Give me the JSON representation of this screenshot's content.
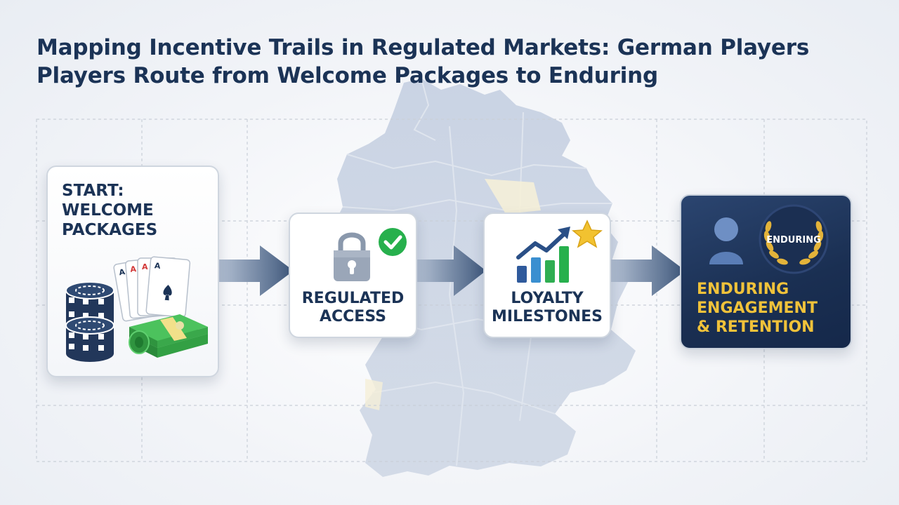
{
  "title": {
    "line1": "Mapping Incentive Trails in Regulated Markets: German Players",
    "line2": "Players Route from Welcome Packages to Enduring"
  },
  "steps": {
    "start": {
      "line1": "START:",
      "line2": "WELCOME",
      "line3": "PACKAGES"
    },
    "regulated": {
      "line1": "REGULATED",
      "line2": "ACCESS"
    },
    "loyalty": {
      "line1": "LOYALTY",
      "line2": "MILESTONES"
    },
    "enduring": {
      "badge": "ENDURING",
      "line1": "ENDURING",
      "line2": "ENGAGEMENT",
      "line3": "& RETENTION"
    }
  },
  "icons": {
    "start": [
      "poker-chips-icon",
      "playing-cards-icon",
      "cash-stack-icon"
    ],
    "regulated": [
      "padlock-icon",
      "check-badge-icon"
    ],
    "loyalty": [
      "growth-chart-icon",
      "star-icon"
    ],
    "enduring": [
      "user-icon",
      "laurel-badge-icon"
    ]
  },
  "colors": {
    "title": "#1b3356",
    "card_text": "#1b3356",
    "accent_green": "#27b04d",
    "gold": "#f0c23a",
    "dark_card": "#1a2f52",
    "arrow": "#4a6284",
    "map": "#c9d3e1"
  }
}
